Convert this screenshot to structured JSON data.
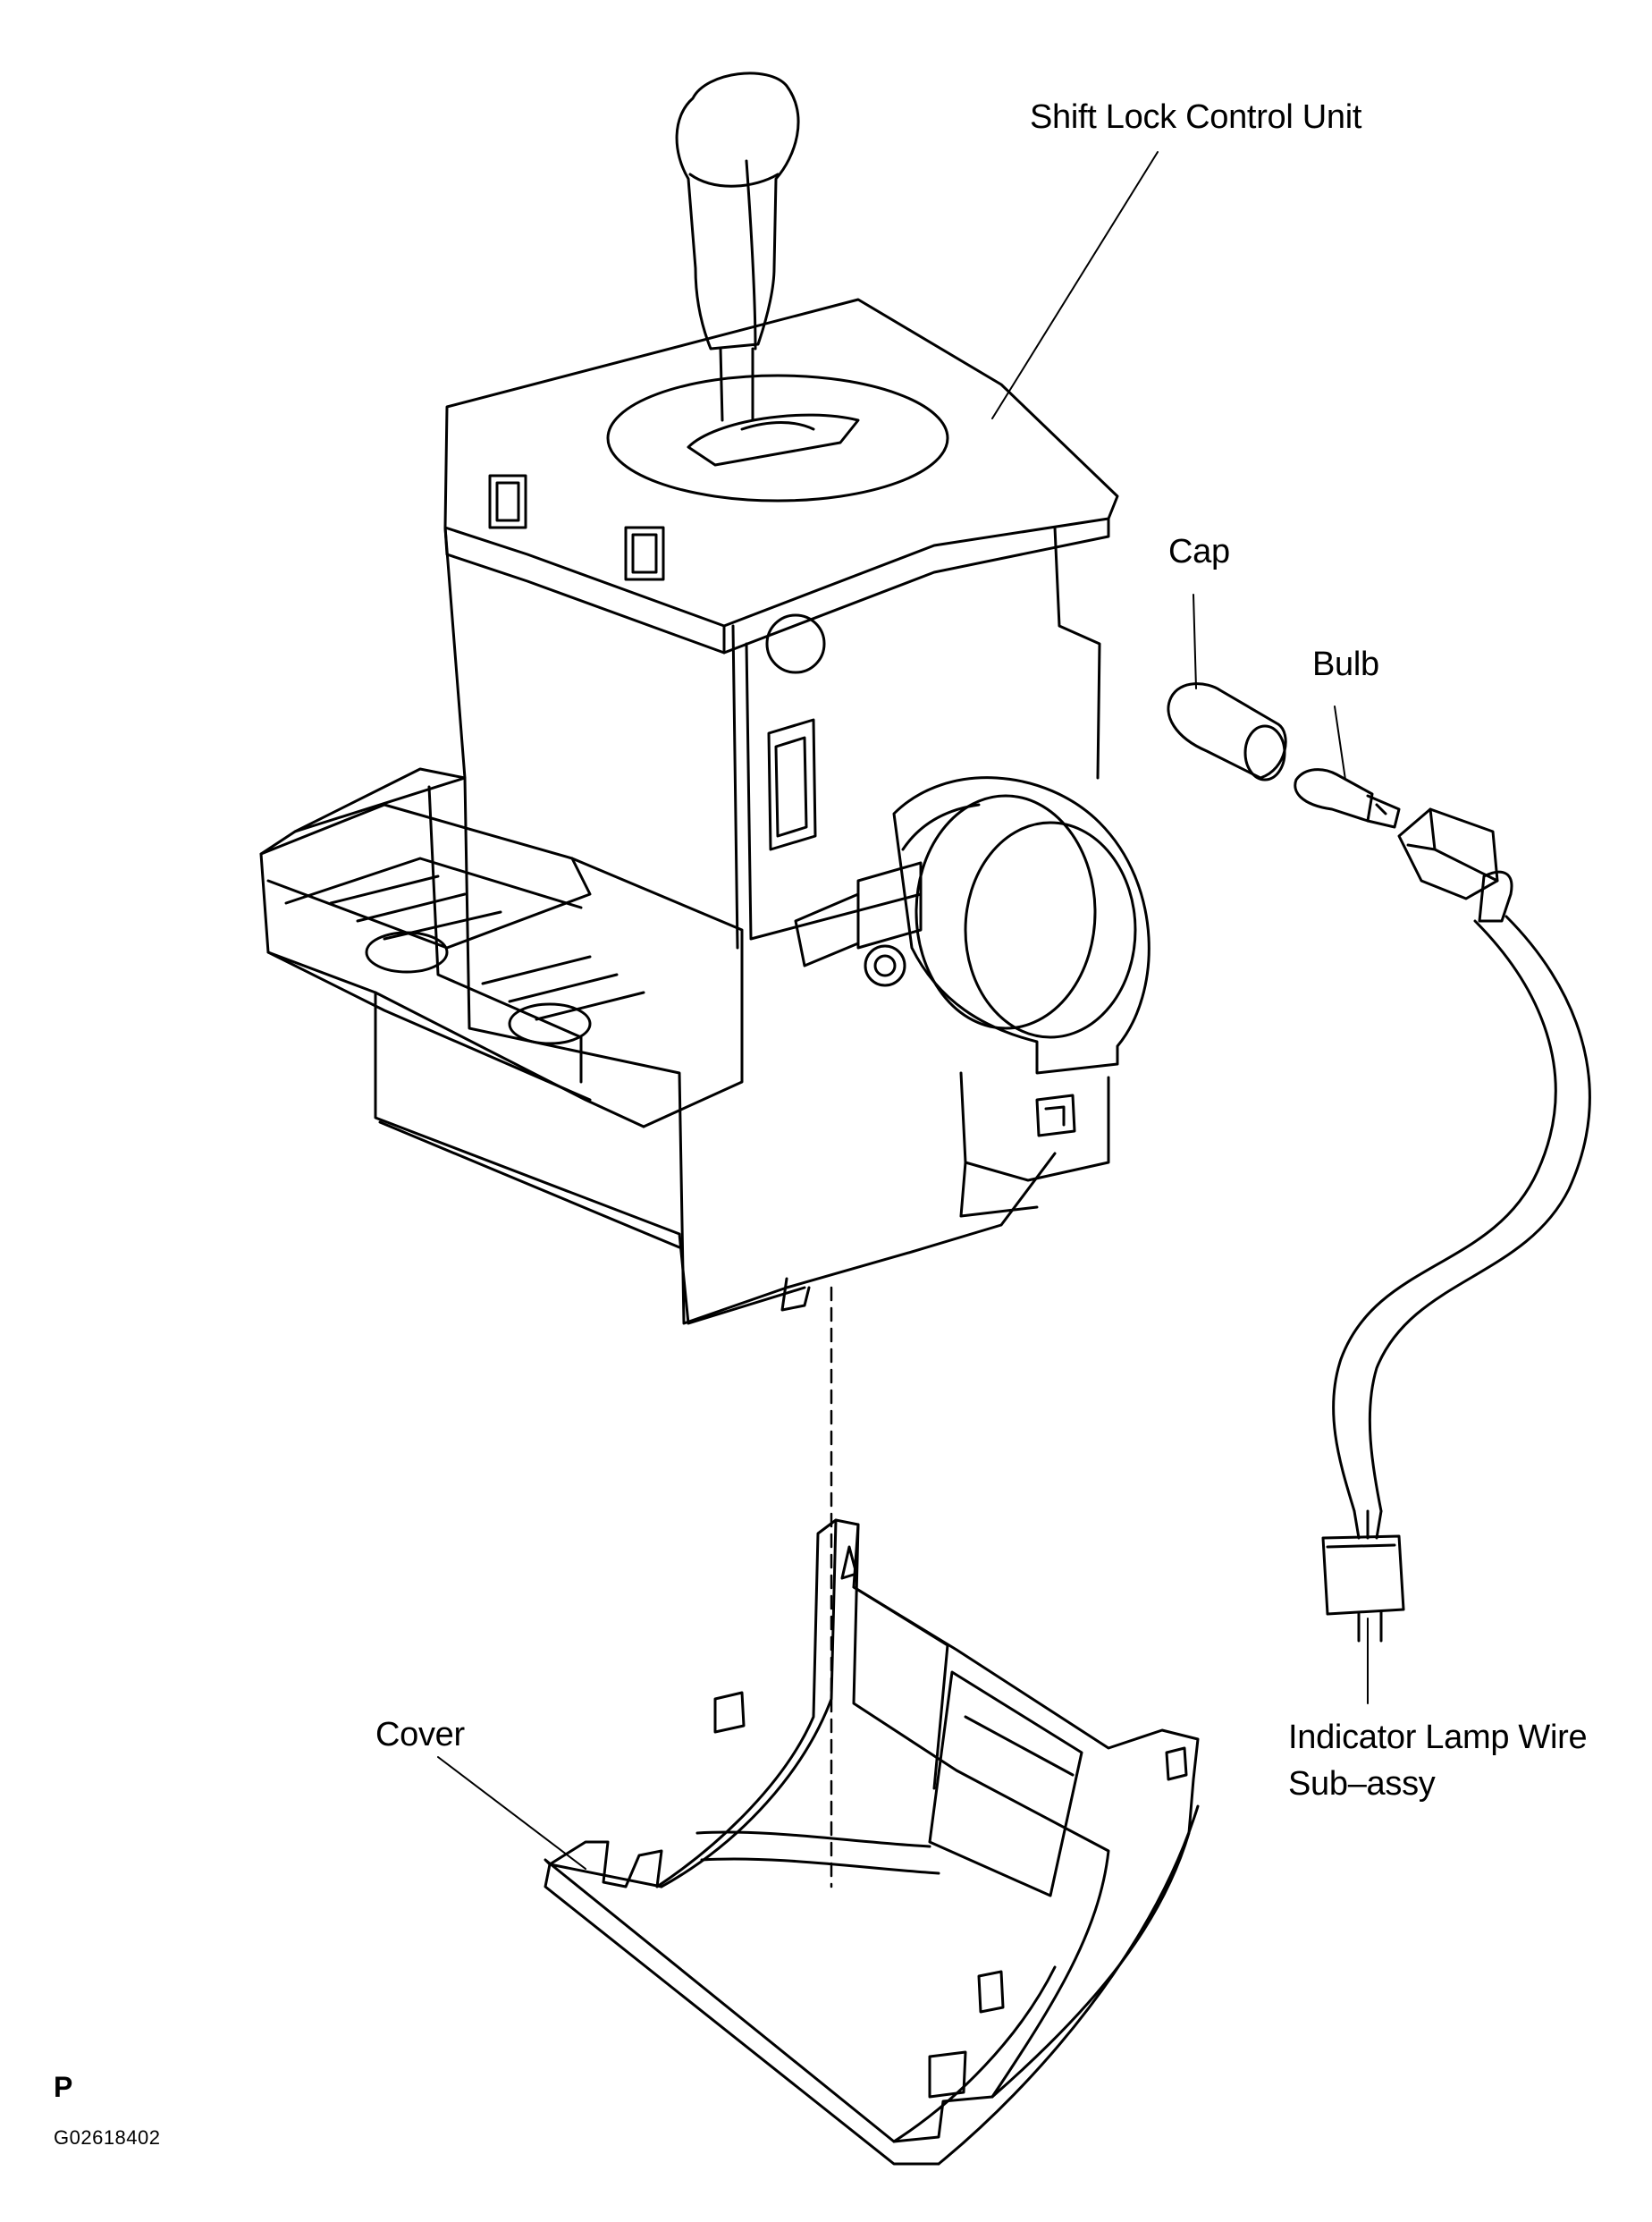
{
  "callouts": {
    "shift_lock_control_unit": "Shift Lock Control Unit",
    "cap": "Cap",
    "bulb": "Bulb",
    "cover": "Cover",
    "indicator_lamp_wire_line1": "Indicator Lamp Wire",
    "indicator_lamp_wire_line2": "Sub–assy"
  },
  "footer": {
    "page_mark": "P",
    "figure_code": "G02618402"
  }
}
